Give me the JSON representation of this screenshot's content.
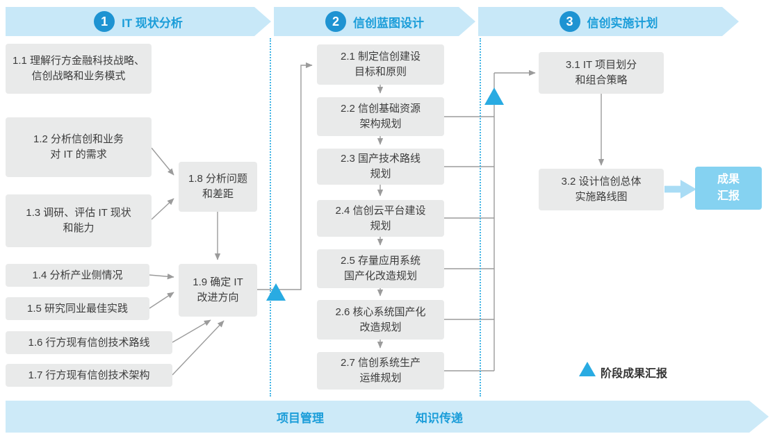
{
  "phases": [
    {
      "number": "1",
      "title": "IT 现状分析"
    },
    {
      "number": "2",
      "title": "信创蓝图设计"
    },
    {
      "number": "3",
      "title": "信创实施计划"
    }
  ],
  "boxes": {
    "b11": "1.1 理解行方金融科技战略、\n信创战略和业务模式",
    "b12": "1.2 分析信创和业务\n对 IT 的需求",
    "b13": "1.3 调研、评估 IT 现状\n和能力",
    "b14": "1.4 分析产业侧情况",
    "b15": "1.5 研究同业最佳实践",
    "b16": "1.6 行方现有信创技术路线",
    "b17": "1.7 行方现有信创技术架构",
    "b18": "1.8 分析问题\n和差距",
    "b19": "1.9 确定 IT\n改进方向",
    "b21": "2.1 制定信创建设\n目标和原则",
    "b22": "2.2 信创基础资源\n架构规划",
    "b23": "2.3 国产技术路线\n规划",
    "b24": "2.4 信创云平台建设\n规划",
    "b25": "2.5 存量应用系统\n国产化改造规划",
    "b26": "2.6 核心系统国产化\n改造规划",
    "b27": "2.7 信创系统生产\n运维规划",
    "b31": "3.1 IT 项目划分\n和组合策略",
    "b32": "3.2 设计信创总体\n实施路线图"
  },
  "result_label": "成果\n汇报",
  "legend": {
    "label": "阶段成果汇报"
  },
  "footer": {
    "left": "项目管理",
    "right": "知识传递"
  },
  "colors": {
    "accent_blue": "#1b9dd9",
    "banner_fill": "#c8e8f8",
    "circle_fill": "#1e93d2",
    "box_fill": "#e9eaea",
    "triangle": "#29abe2",
    "result_fill": "#85d2f1",
    "connector": "#9b9b9b"
  }
}
